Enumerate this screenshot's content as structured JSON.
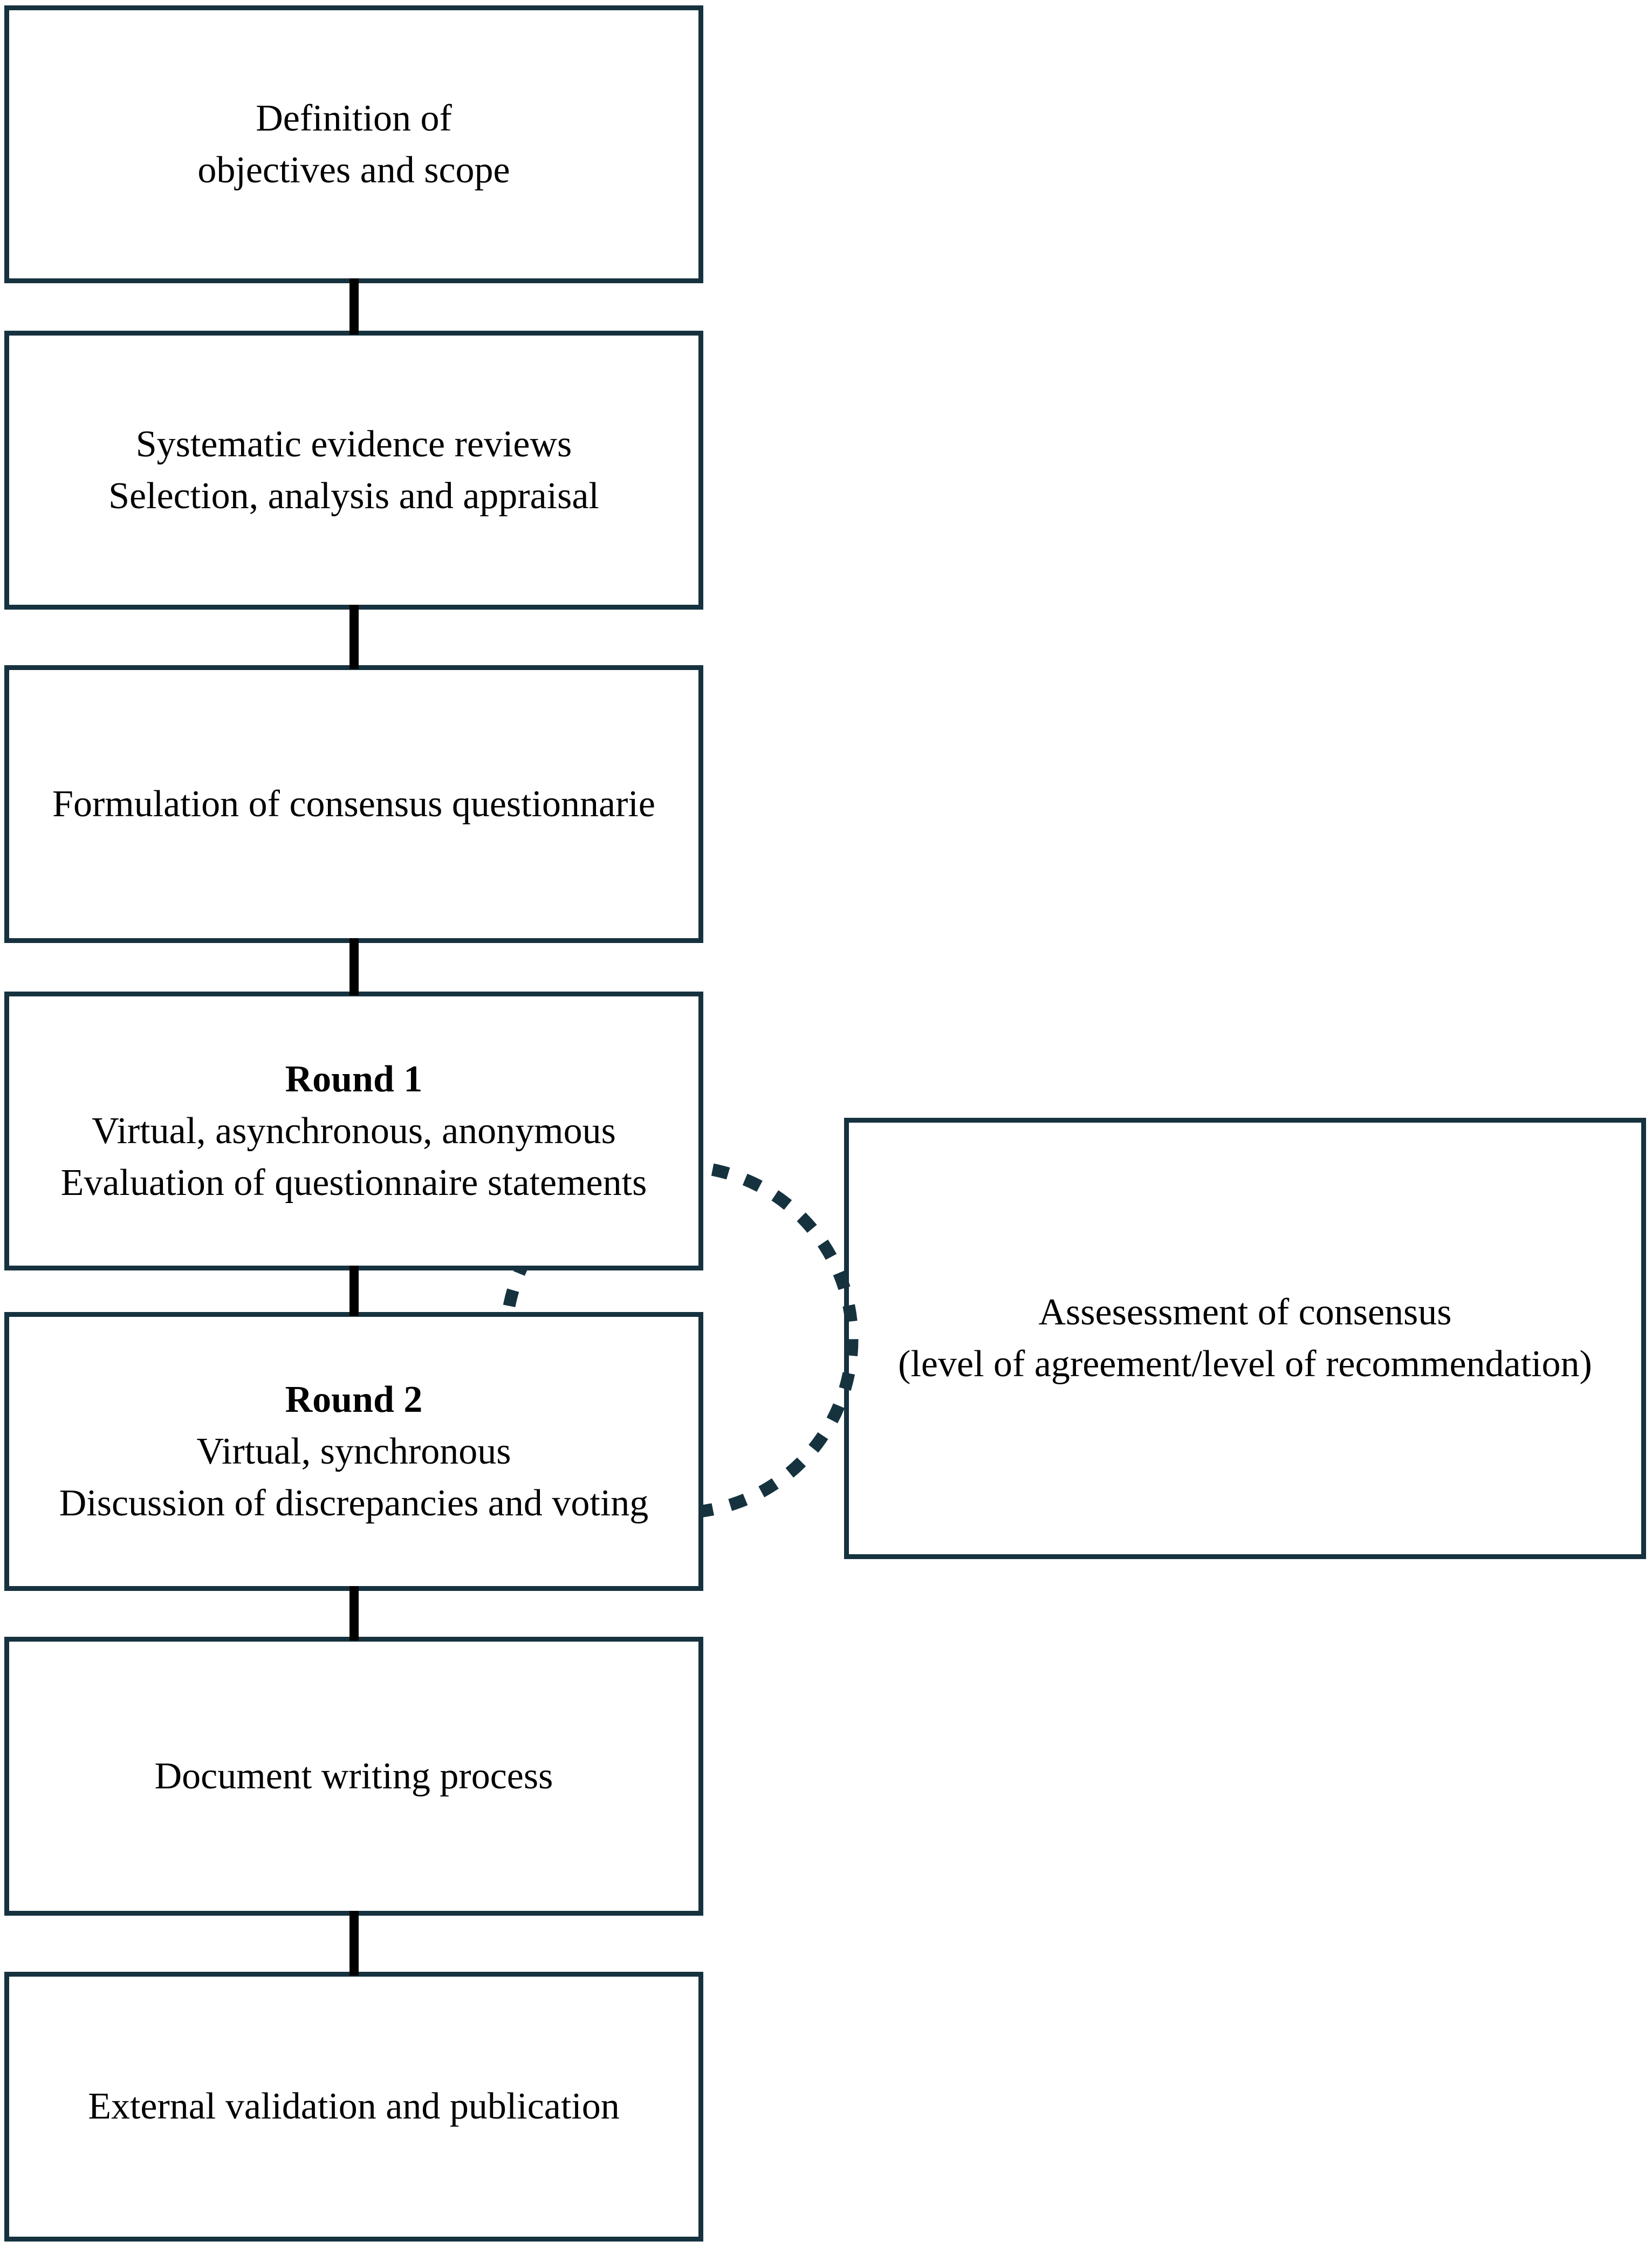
{
  "diagram": {
    "type": "flowchart",
    "colors": {
      "box_border": "#16323f",
      "connector": "#000000",
      "dashed_circle": "#16323f",
      "background": "#ffffff",
      "text": "#000000"
    },
    "flow_steps": [
      {
        "lines": [
          "Definition of",
          "objectives and scope"
        ]
      },
      {
        "lines": [
          "Systematic evidence reviews",
          "Selection, analysis and appraisal"
        ]
      },
      {
        "lines": [
          "Formulation of consensus questionnarie"
        ]
      },
      {
        "title": "Round 1",
        "lines": [
          "Virtual, asynchronous, anonymous",
          "Evaluation of questionnaire statements"
        ]
      },
      {
        "title": "Round 2",
        "lines": [
          "Virtual, synchronous",
          "Discussion of discrepancies and voting"
        ]
      },
      {
        "lines": [
          "Document writing process"
        ]
      },
      {
        "lines": [
          "External validation and publication"
        ]
      }
    ],
    "assessment_box": {
      "lines": [
        "Assesessment of consensus",
        "(level of agreement/level of recommendation)"
      ]
    }
  }
}
